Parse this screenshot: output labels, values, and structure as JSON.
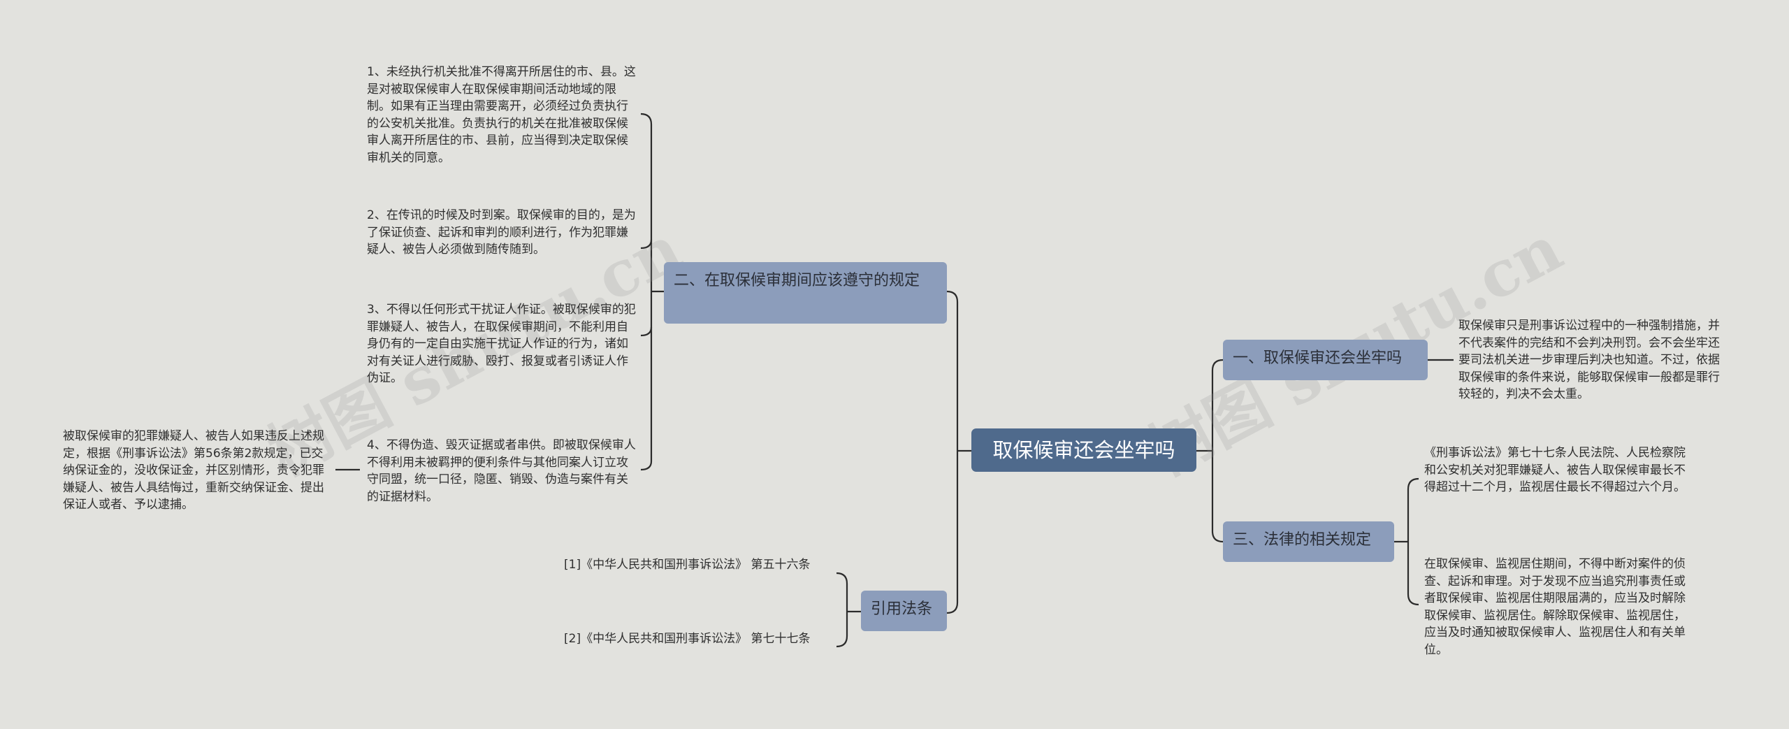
{
  "root": {
    "label": "取保候审还会坐牢吗"
  },
  "branches": {
    "b1": {
      "label": "一、取保候审还会坐牢吗"
    },
    "b2": {
      "label": "二、在取保候审期间应该遵守的规定"
    },
    "b3": {
      "label": "三、法律的相关规定"
    },
    "b4": {
      "label": "引用法条"
    }
  },
  "leaves": {
    "b1_1": "取保候审只是刑事诉讼过程中的一种强制措施，并不代表案件的完结和不会判决刑罚。会不会坐牢还要司法机关进一步审理后判决也知道。不过，依据取保候审的条件来说，能够取保候审一般都是罪行较轻的，判决不会太重。",
    "b2_1": "1、未经执行机关批准不得离开所居住的市、县。这是对被取保候审人在取保候审期间活动地域的限制。如果有正当理由需要离开，必须经过负责执行的公安机关批准。负责执行的机关在批准被取保候审人离开所居住的市、县前，应当得到决定取保候审机关的同意。",
    "b2_2": "2、在传讯的时候及时到案。取保候审的目的，是为了保证侦查、起诉和审判的顺利进行，作为犯罪嫌疑人、被告人必须做到随传随到。",
    "b2_3": "3、不得以任何形式干扰证人作证。被取保候审的犯罪嫌疑人、被告人，在取保候审期间，不能利用自身仍有的一定自由实施干扰证人作证的行为，诸如对有关证人进行威胁、殴打、报复或者引诱证人作伪证。",
    "b2_4": "4、不得伪造、毁灭证据或者串供。即被取保候审人不得利用未被羁押的便利条件与其他同案人订立攻守同盟，统一口径，隐匿、销毁、伪造与案件有关的证据材料。",
    "b2_4_1": "被取保候审的犯罪嫌疑人、被告人如果违反上述规定，根据《刑事诉讼法》第56条第2款规定，已交纳保证金的，没收保证金，并区别情形，责令犯罪嫌疑人、被告人具结悔过，重新交纳保证金、提出保证人或者、予以逮捕。",
    "b3_1": "《刑事诉讼法》第七十七条人民法院、人民检察院和公安机关对犯罪嫌疑人、被告人取保候审最长不得超过十二个月，监视居住最长不得超过六个月。",
    "b3_2": "在取保候审、监视居住期间，不得中断对案件的侦查、起诉和审理。对于发现不应当追究刑事责任或者取保候审、监视居住期限届满的，应当及时解除取保候审、监视居住。解除取保候审、监视居住，应当及时通知被取保候审人、监视居住人和有关单位。",
    "b4_1": "[1]《中华人民共和国刑事诉讼法》 第五十六条",
    "b4_2": "[2]《中华人民共和国刑事诉讼法》 第七十七条"
  },
  "watermark": {
    "text": "树图 shutu.cn"
  },
  "colors": {
    "background": "#e2e2de",
    "root": "#4f6a8c",
    "branch": "#8c9dbb",
    "line": "#2b2b2b"
  }
}
